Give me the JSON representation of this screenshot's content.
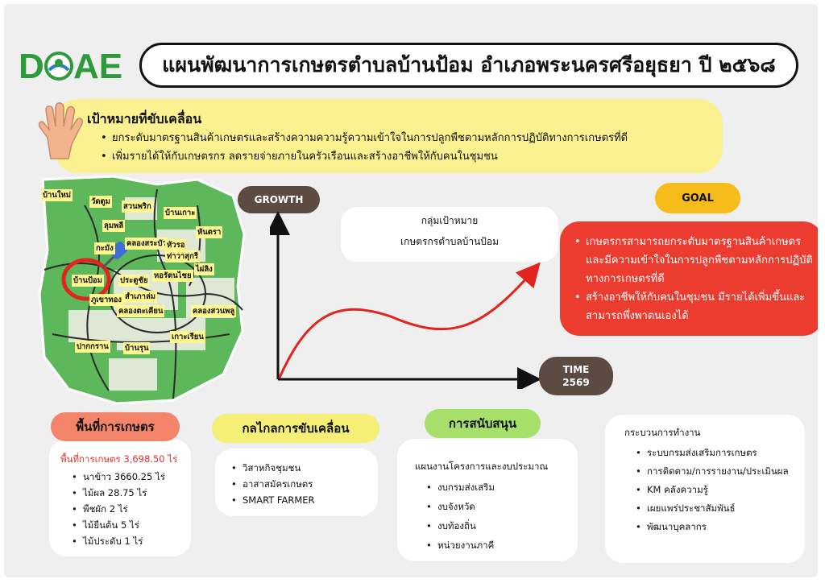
{
  "logo": {
    "text": "DOAE",
    "colors": {
      "green": "#2f9a3b",
      "blue": "#2a7fc1"
    }
  },
  "title": "แผนพัฒนาการเกษตรตำบลบ้านป้อม อำเภอพระนครศรีอยุธยา  ปี ๒๕๖๘",
  "target": {
    "heading": "เป้าหมายที่ขับเคลื่อน",
    "items": [
      "ยกระดับมาตรฐานสินค้าเกษตรและสร้างความความรู้ความเข้าใจในการปลูกพืชตามหลักการปฏิบัติทางการเกษตรที่ดี",
      "เพิ่มรายได้ให้กับเกษตรกร ลดรายจ่ายภายในครัวเรือนและสร้างอาชีพให้กับคนในชุมชน"
    ]
  },
  "map": {
    "labels": [
      "บ้านใหม่",
      "วัดตูม",
      "สวนพริก",
      "บ้านเกาะ",
      "ลุมพลี",
      "หันตรา",
      "คลองสระบัว",
      "หัวรอ",
      "กะมัง",
      "บ้านป้อม",
      "ประตูชัย",
      "หอรัตนไชย",
      "ไผ่ลิง",
      "สำเภาล่ม",
      "คลองตะเคียน",
      "คลองสวนพลู",
      "ท่าวาสุกรี",
      "ภูเขาทอง",
      "ปากกราน",
      "บ้านรุน",
      "เกาะเรียน"
    ],
    "highlight": "บ้านป้อม"
  },
  "graph": {
    "growth_label": "GROWTH",
    "time_label": "TIME",
    "time_value": "2569"
  },
  "group": {
    "line1": "กลุ่มเป้าหมาย",
    "line2": "เกษตรกรตำบลบ้านป้อม"
  },
  "goal": {
    "label": "GOAL",
    "items": [
      "เกษตรกรสามารถยกระดับมาตรฐานสินค้าเกษตรและมีความเข้าใจในการปลูกพืชตามหลักการปฏิบัติทางการเกษตรที่ดี",
      "สร้างอาชีพให้กับคนในชุมชน มีรายได้เพิ่มขึ้นและสามารถพึ่งพาตนเองได้"
    ]
  },
  "area": {
    "label": "พื้นที่การเกษตร",
    "total": "พื้นที่การเกษตร 3,698.50 ไร่",
    "items": [
      "นาข้าว 3660.25 ไร่",
      "ไม้ผล 28.75 ไร่",
      "พืชผัก 2 ไร่",
      "ไม้ยืนต้น 5 ไร่",
      "ไม้ประดับ 1 ไร่"
    ]
  },
  "mechanism": {
    "label": "กลไกลการขับเคลื่อน",
    "items": [
      "วิสาหกิจชุมชน",
      "อาสาสมัครเกษตร",
      "SMART FARMER"
    ]
  },
  "support": {
    "label": "การสนับสนุน",
    "heading": "แผนงานโครงการและงบประมาณ",
    "items": [
      "งบกรมส่งเสริม",
      "งบจังหวัด",
      "งบท้องถิ่น",
      "หน่วยงานภาคี"
    ]
  },
  "workflow": {
    "heading": "กระบวนการทำงาน",
    "items": [
      "ระบบกรมส่งเสริมการเกษตร",
      "การติดตาม/การรายงาน/ประเมินผล",
      "KM คลังความรู้",
      "เผยแพร่ประชาสัมพันธ์",
      "พัฒนาบุคลากร"
    ]
  }
}
